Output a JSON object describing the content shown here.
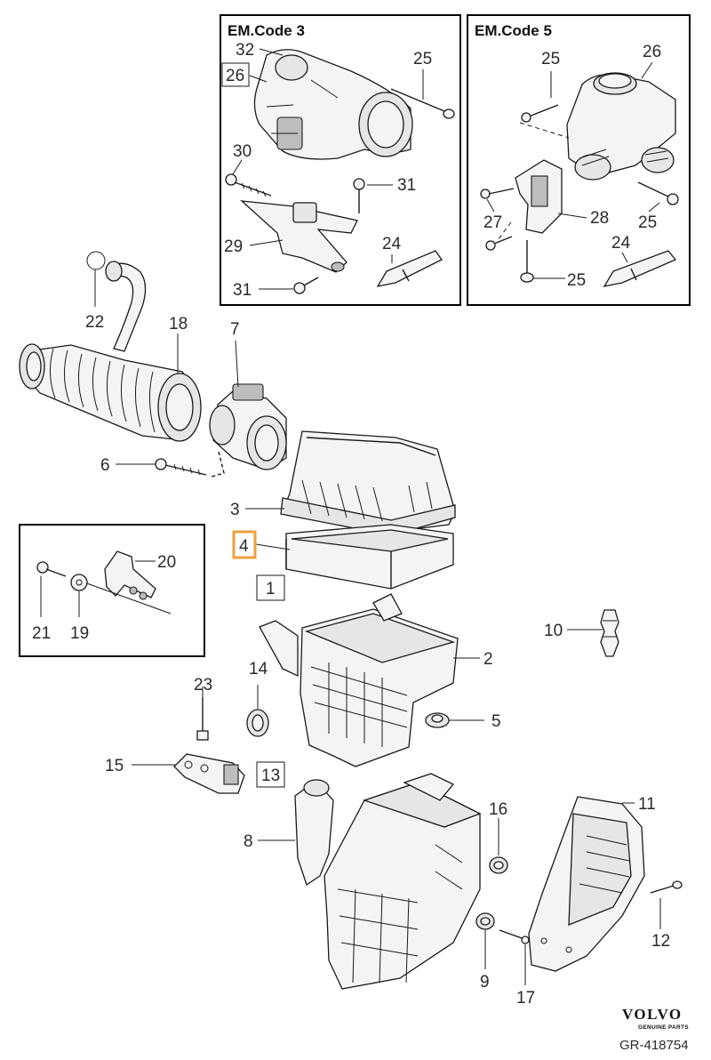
{
  "insets": {
    "em_code_3": "EM.Code 3",
    "em_code_5": "EM.Code 5"
  },
  "labels": {
    "c3_32": "32",
    "c3_26": "26",
    "c3_25": "25",
    "c3_30": "30",
    "c3_31a": "31",
    "c3_29": "29",
    "c3_24": "24",
    "c3_31b": "31",
    "c5_25a": "25",
    "c5_26": "26",
    "c5_27": "27",
    "c5_28": "28",
    "c5_25b": "25",
    "c5_24": "24",
    "c5_25c": "25",
    "p22": "22",
    "p18": "18",
    "p7": "7",
    "p6": "6",
    "p3": "3",
    "p4": "4",
    "p1": "1",
    "p20": "20",
    "p21": "21",
    "p19": "19",
    "p10": "10",
    "p2": "2",
    "p14": "14",
    "p23": "23",
    "p5": "5",
    "p15": "15",
    "p13": "13",
    "p11": "11",
    "p16": "16",
    "p8": "8",
    "p12": "12",
    "p9": "9",
    "p17": "17"
  },
  "highlight_color": "#f0a03c",
  "brand": {
    "name": "VOLVO",
    "tagline": "GENUINE PARTS",
    "reference": "GR-418754"
  }
}
